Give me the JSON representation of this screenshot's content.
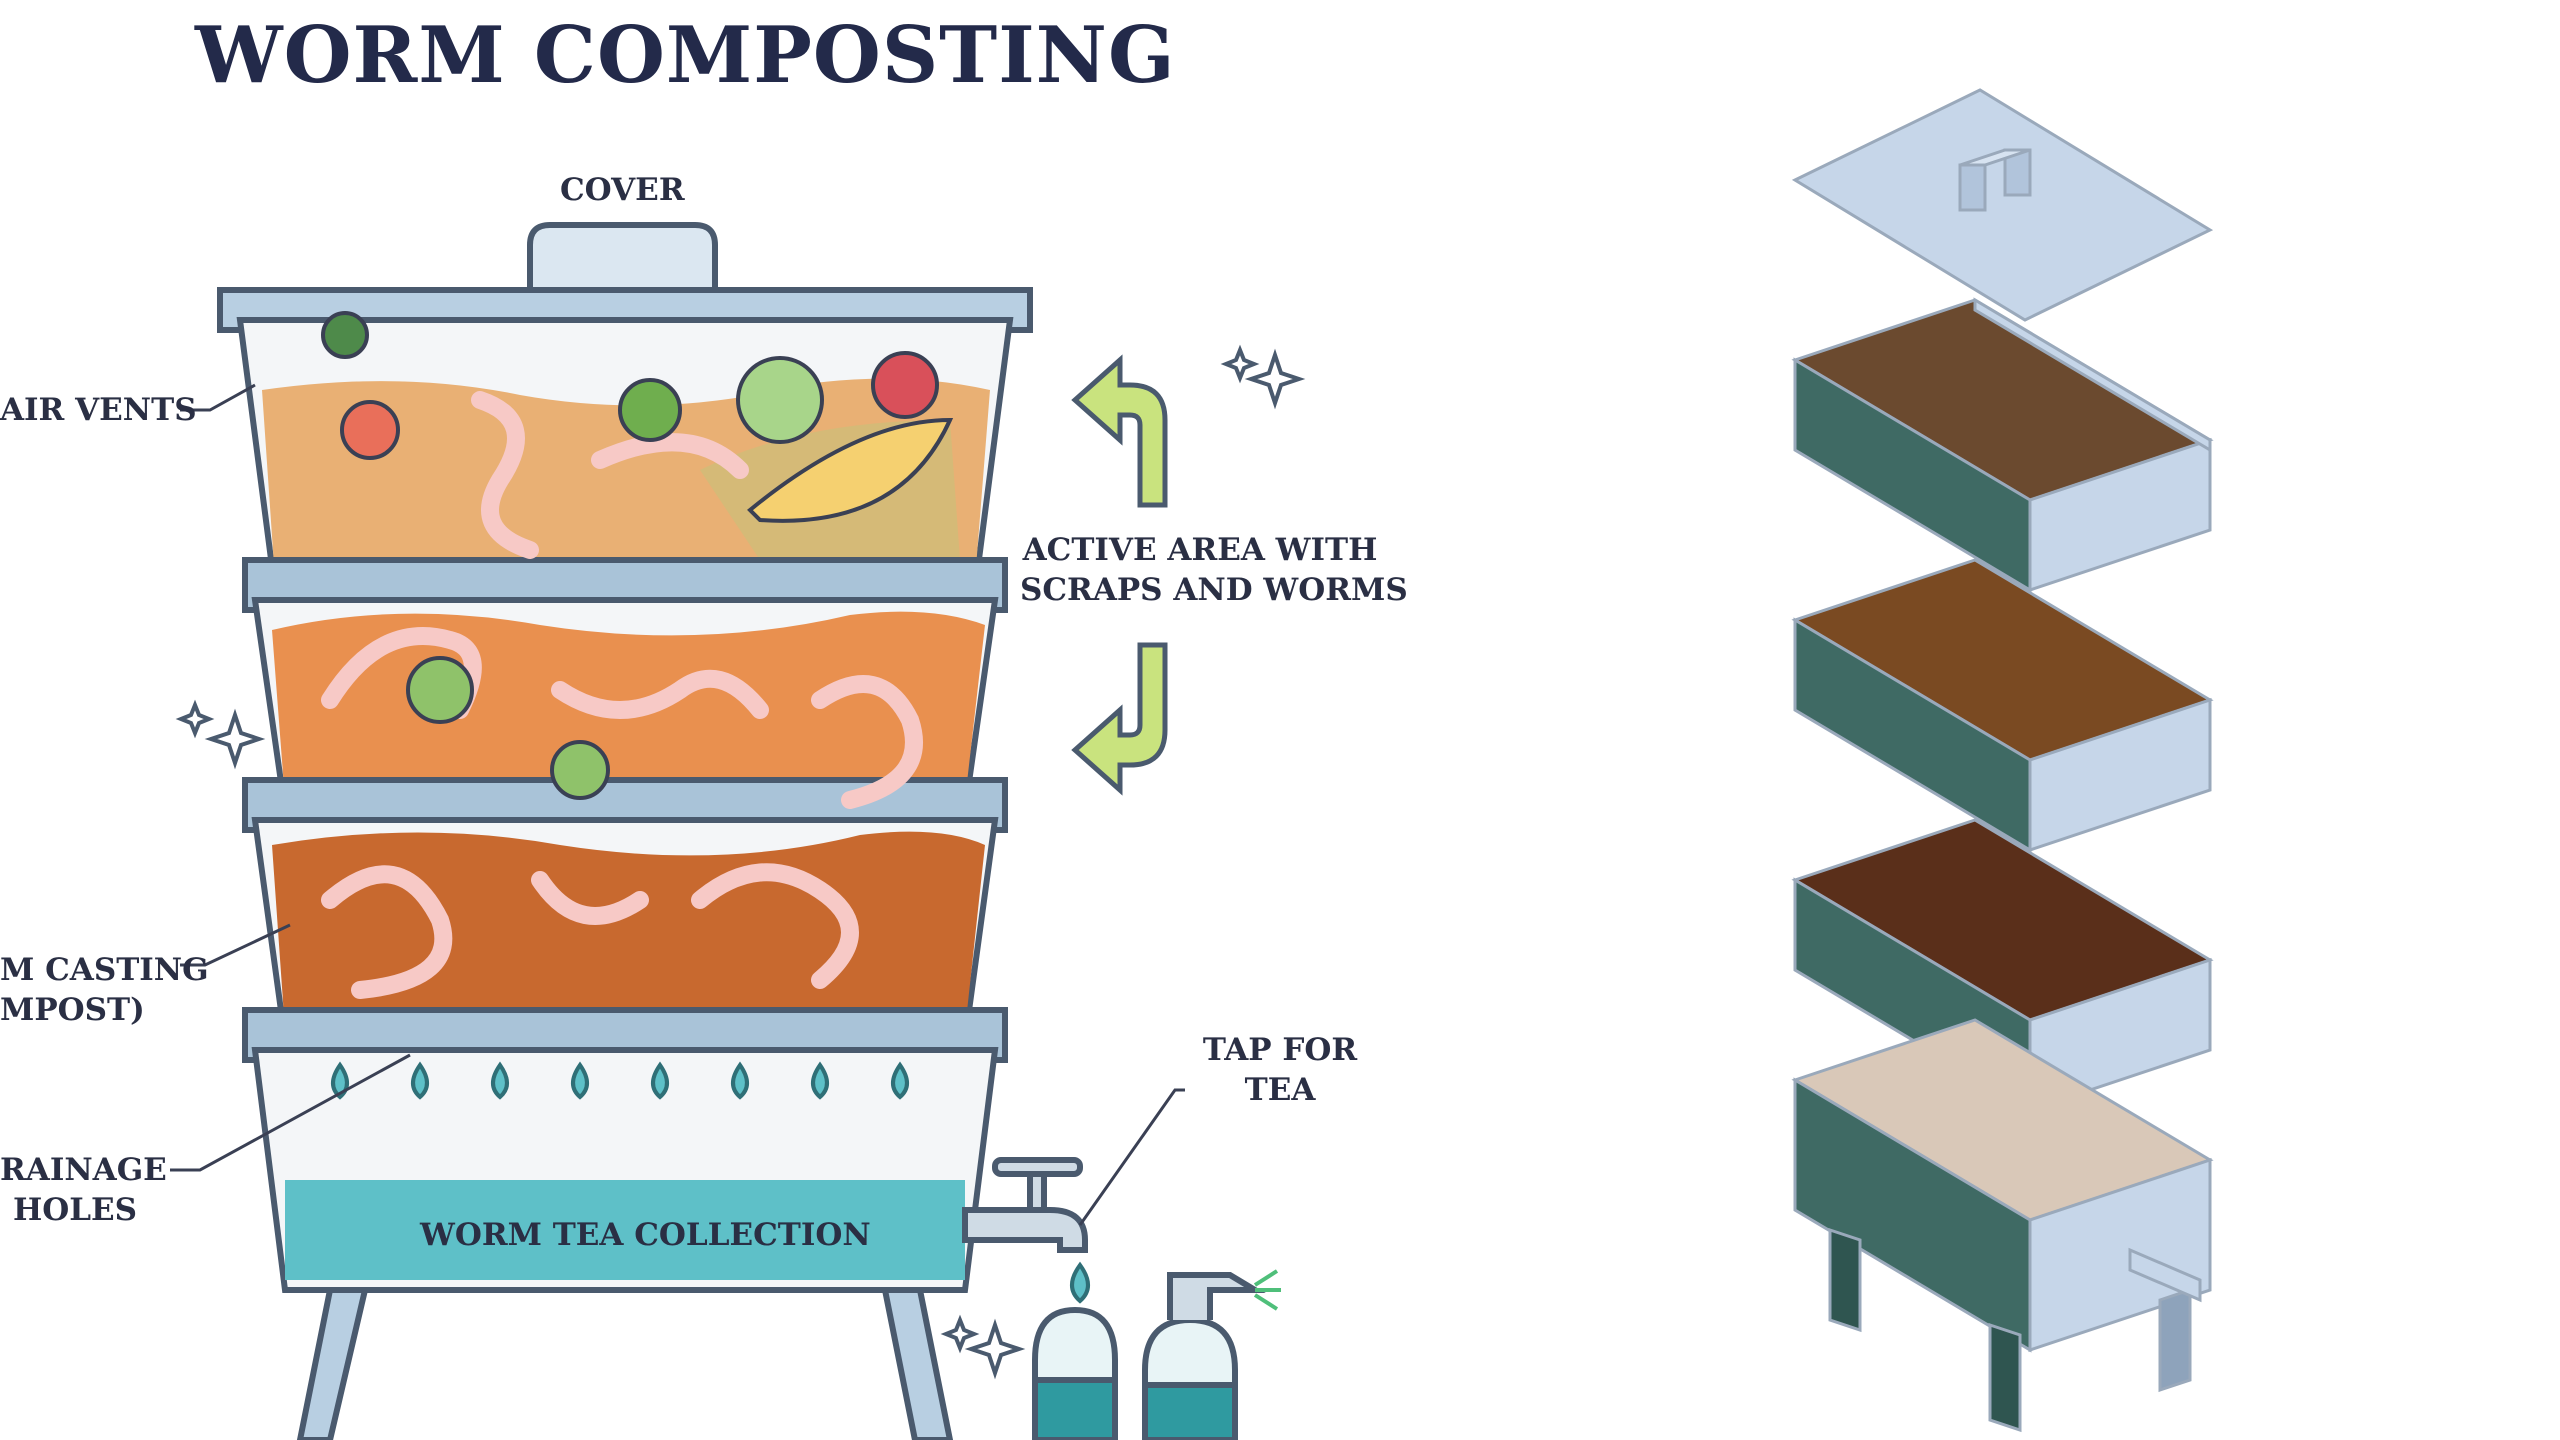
{
  "title": "WORM COMPOSTING",
  "labels": {
    "cover": "COVER",
    "air_vents": "AIR VENTS",
    "active_area_line1": "ACTIVE AREA WITH",
    "active_area_line2": "SCRAPS AND WORMS",
    "casting_line1": "M CASTING",
    "casting_line2": "MPOST)",
    "drainage_line1": "RAINAGE",
    "drainage_line2": "HOLES",
    "tap_line1": "TAP FOR",
    "tap_line2": "TEA",
    "tea_collection": "WORM TEA COLLECTION"
  },
  "colors": {
    "outline": "#4a5a6e",
    "bin_frame": "#a9c3d8",
    "top_tray": "#e9b074",
    "mid_tray": "#e9904f",
    "bottom_tray": "#c8692f",
    "tea": "#5ec0c8",
    "arrow": "#c9e37e",
    "iso_light": "#c6d6e9",
    "iso_dark": "#3f6a64",
    "worm": "#f7c9c6"
  }
}
